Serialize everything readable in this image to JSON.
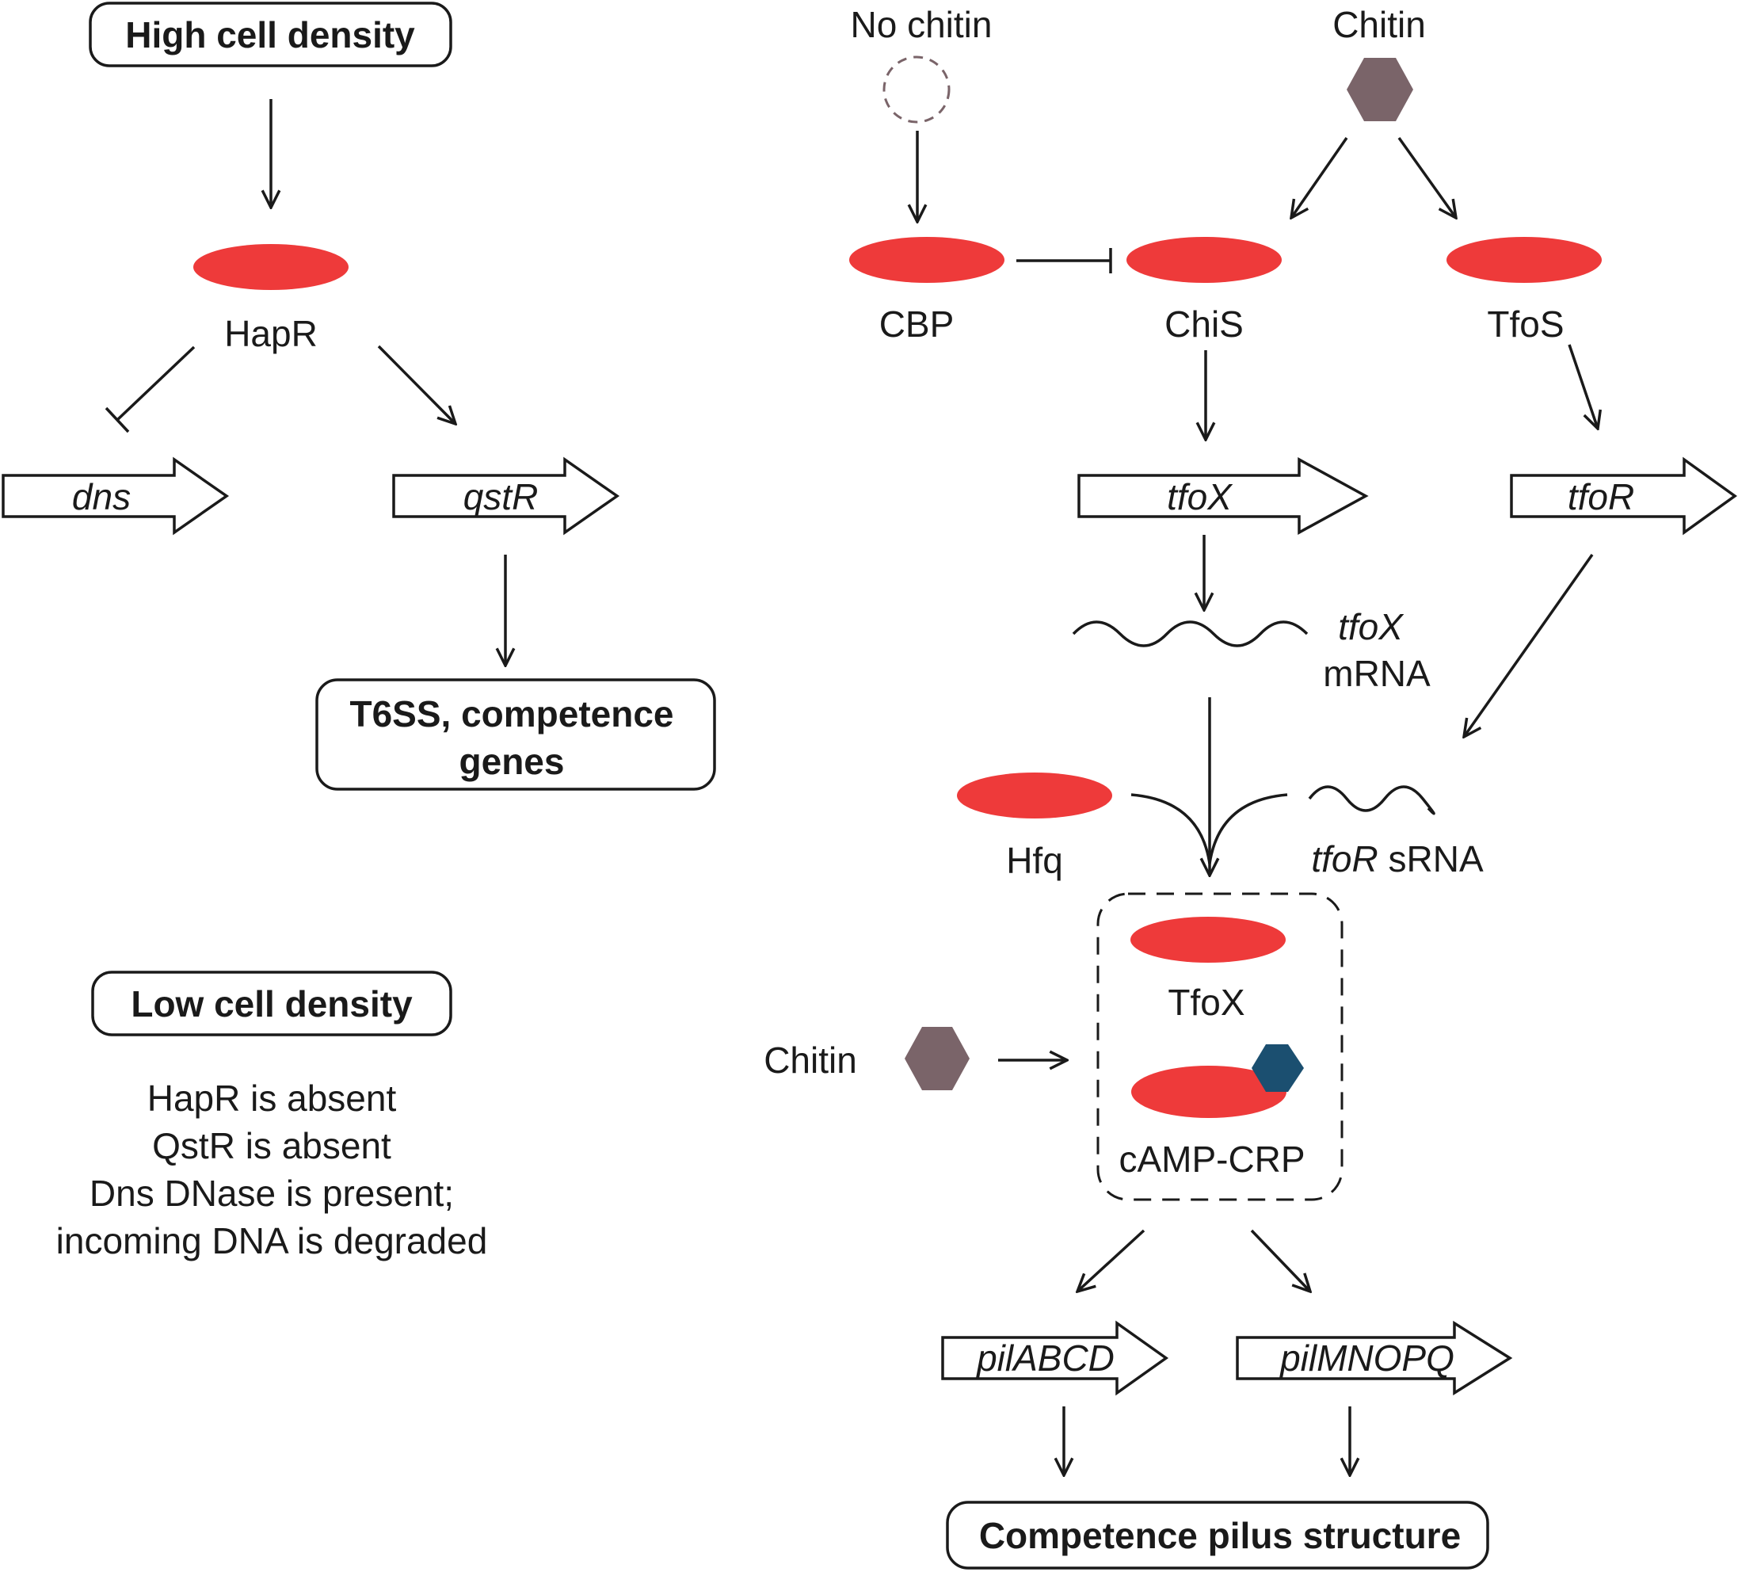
{
  "colors": {
    "protein": "#ee3a3a",
    "chitin": "#7a6469",
    "camp": "#1b4f70",
    "line": "#1a1a1a"
  },
  "high_density": {
    "title": "High cell density",
    "protein": "HapR",
    "gene_dns": "dns",
    "gene_qstr": "qstR",
    "output_line1": "T6SS, competence",
    "output_line2": "genes"
  },
  "low_density": {
    "title": "Low cell density",
    "lines": [
      "HapR is absent",
      "QstR is absent",
      "Dns DNase is present;",
      "incoming DNA is degraded"
    ]
  },
  "chitin_pathway": {
    "no_chitin": "No chitin",
    "chitin_top": "Chitin",
    "cbp": "CBP",
    "chis": "ChiS",
    "tfos": "TfoS",
    "gene_tfox": "tfoX",
    "gene_tfor": "tfoR",
    "tfox_mrna_italic": "tfoX",
    "tfox_mrna_text": "mRNA",
    "hfq": "Hfq",
    "tfor_srna_italic": "tfoR",
    "tfor_srna_text": " sRNA",
    "tfox_protein": "TfoX",
    "chitin_side": "Chitin",
    "camp_crp": "cAMP-CRP",
    "gene_pilabcd": "pilABCD",
    "gene_pilmnopq": "pilMNOPQ",
    "output": "Competence pilus structure"
  }
}
